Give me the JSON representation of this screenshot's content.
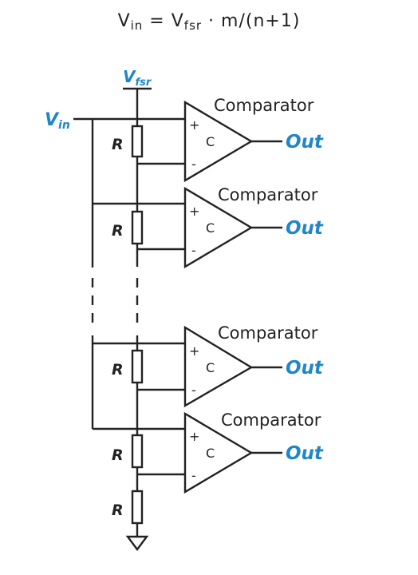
{
  "formula": {
    "v": "V",
    "in_sub": "in",
    "eq": " = ",
    "v2": "V",
    "fsr_sub": "fsr",
    "rest": " · m/(n+1)"
  },
  "labels": {
    "vin_main": "V",
    "vin_sub": "in",
    "vfsr_main": "V",
    "vfsr_sub": "fsr",
    "resistor": "R",
    "comparator": "Comparator",
    "output": "Out",
    "plus": "+",
    "minus": "-",
    "comp_inner": "C"
  },
  "colors": {
    "accent": "#1f86c8",
    "line": "#222222"
  }
}
